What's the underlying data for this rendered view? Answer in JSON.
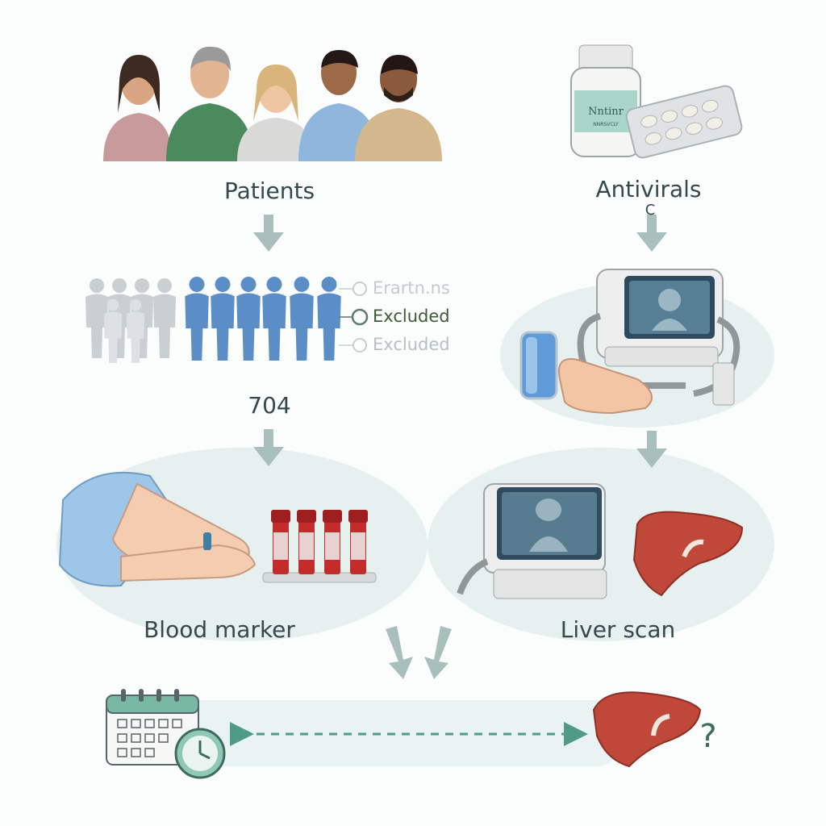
{
  "labels": {
    "patients": "Patients",
    "antivirals": "Antivirals",
    "antivirals_sub": "C",
    "count": "704",
    "blood_marker": "Blood marker",
    "liver_scan": "Liver scan",
    "question": "?"
  },
  "bottle": {
    "label_main": "Nntinr",
    "label_sub": "NNRSVCLY"
  },
  "exclusion": {
    "options": [
      "Erartn.ns",
      "Excluded",
      "Excluded"
    ]
  },
  "colors": {
    "arrow": "#a9bfbb",
    "panel": "#e6f0ef",
    "label": "#33494f",
    "included_figure": "#5b8ec6",
    "excluded_figure": "#c9cfd2",
    "blood": "#c42c2c",
    "liver": "#c0483a",
    "dashed_line": "#4f9b84"
  }
}
